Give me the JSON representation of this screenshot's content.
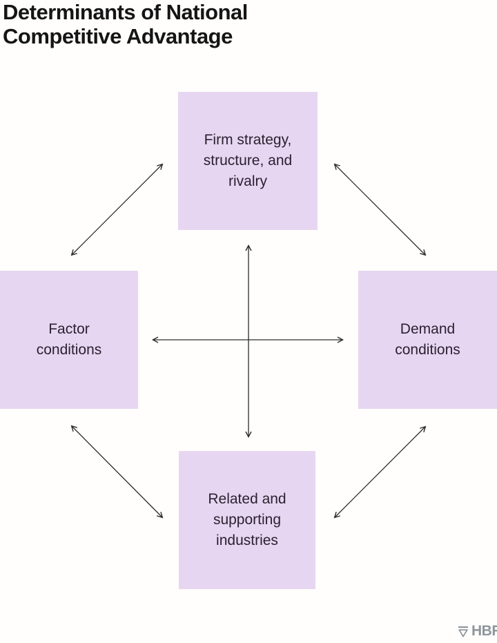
{
  "title": {
    "lines": [
      "Determinants of National",
      "Competitive Advantage"
    ]
  },
  "diagram": {
    "nodes": [
      {
        "id": "firm-strategy-structure-rivalry",
        "label": "Firm strategy, structure, and rivalry",
        "position": "top"
      },
      {
        "id": "factor-conditions",
        "label": "Factor conditions",
        "position": "left"
      },
      {
        "id": "demand-conditions",
        "label": "Demand conditions",
        "position": "right"
      },
      {
        "id": "related-supporting-industries",
        "label": "Related and supporting industries",
        "position": "bottom"
      }
    ],
    "connections": [
      {
        "from": "factor-conditions",
        "to": "firm-strategy-structure-rivalry",
        "bidirectional": true
      },
      {
        "from": "firm-strategy-structure-rivalry",
        "to": "demand-conditions",
        "bidirectional": true
      },
      {
        "from": "factor-conditions",
        "to": "related-supporting-industries",
        "bidirectional": true
      },
      {
        "from": "related-supporting-industries",
        "to": "demand-conditions",
        "bidirectional": true
      },
      {
        "from": "firm-strategy-structure-rivalry",
        "to": "related-supporting-industries",
        "bidirectional": true
      },
      {
        "from": "factor-conditions",
        "to": "demand-conditions",
        "bidirectional": true
      }
    ]
  },
  "footer": {
    "logo_text": "HBR"
  },
  "colors": {
    "node_fill": "#e7d6f1",
    "node_text": "#2b2130",
    "arrow": "#2b2b2b",
    "title_text": "#151515",
    "logo": "#8e969c",
    "background": "#fffefc"
  }
}
